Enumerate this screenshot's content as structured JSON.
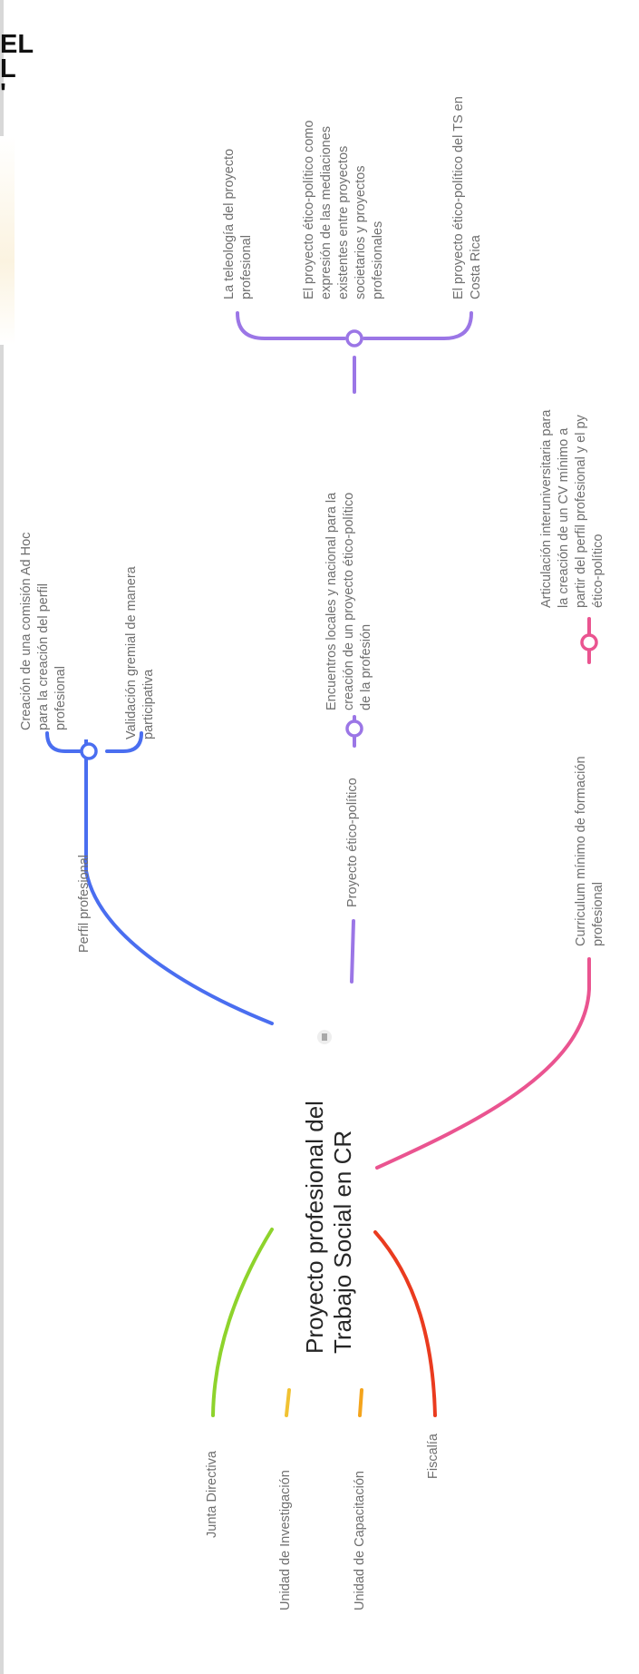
{
  "header_fragment": [
    "EL",
    "L",
    "'"
  ],
  "central": {
    "line1": "Proyecto profesional del",
    "line2": "Trabajo Social en CR"
  },
  "branches": {
    "perfil": {
      "label": "Perfil profesional",
      "color": "#4a6ef0",
      "children": [
        {
          "lines": [
            "Creación de una comisión Ad Hoc",
            "para la creación del perfil",
            "profesional"
          ]
        },
        {
          "lines": [
            "Validación gremial de manera",
            "participativa"
          ]
        }
      ]
    },
    "etico": {
      "label": "Proyecto ético-político",
      "color": "#9b76e6",
      "child": {
        "lines": [
          "Encuentros locales y nacional para la",
          "creación de un proyecto ético-político",
          "de la profesión"
        ]
      },
      "grandchildren": [
        {
          "lines": [
            "La teleología del proyecto",
            "profesional"
          ]
        },
        {
          "lines": [
            "El proyecto ético-político como",
            "expresión de las mediaciones",
            "existentes entre proyectos",
            "societarios y proyectos",
            "profesionales"
          ]
        },
        {
          "lines": [
            "El proyecto ético-político del TS en",
            "Costa Rica"
          ]
        }
      ]
    },
    "curriculum": {
      "label_lines": [
        "Curriculum mínimo de formación",
        "profesional"
      ],
      "color": "#ea5490",
      "child": {
        "lines": [
          "Articulación interuniversitaria para",
          "la creación de un CV mínimo a",
          "partir del perfil profesional y el py",
          "ético-político"
        ]
      }
    },
    "junta": {
      "label": "Junta Directiva",
      "color": "#8ed32c"
    },
    "investigacion": {
      "label": "Unidad de Investigación",
      "color": "#f1c232"
    },
    "capacitacion": {
      "label": "Unidad de Capacitación",
      "color": "#f4a41c"
    },
    "fiscalia": {
      "label": "Fiscalía",
      "color": "#ea3b1f"
    }
  }
}
